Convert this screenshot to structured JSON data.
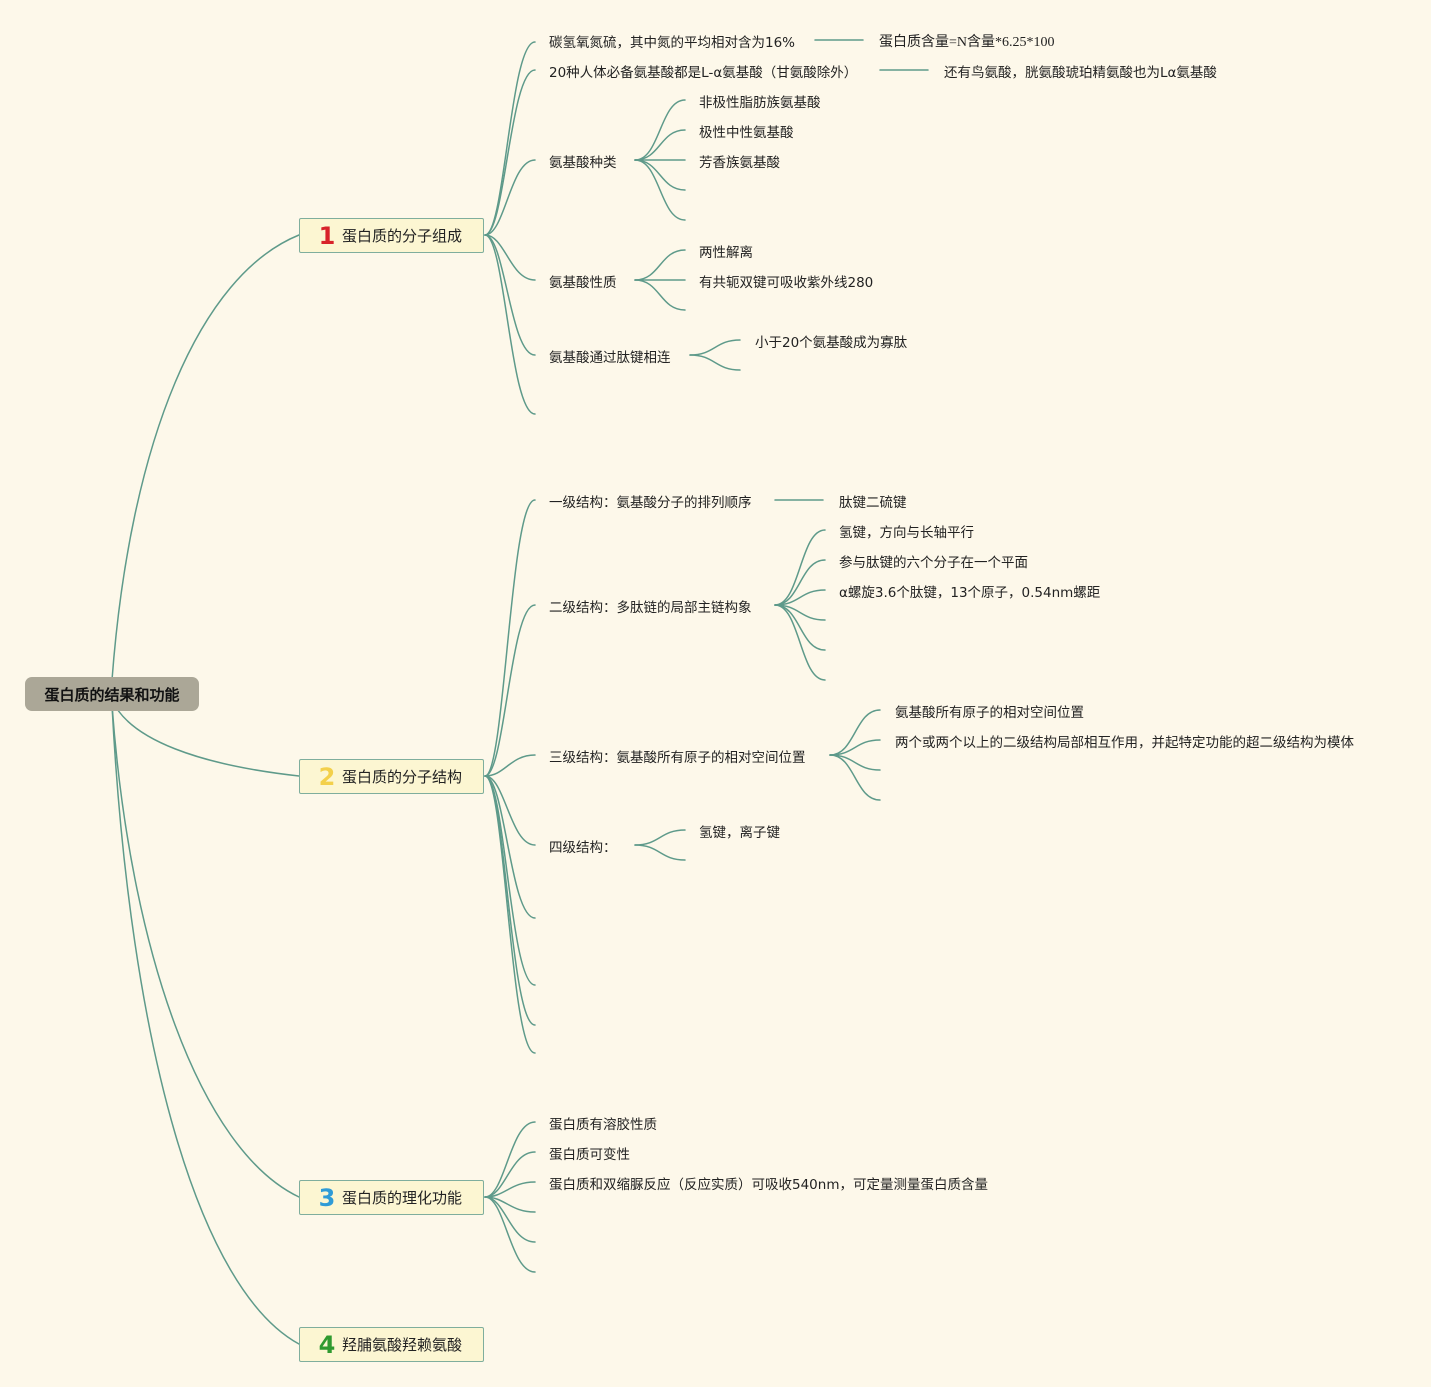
{
  "root": "蛋白质的结果和功能",
  "branches": [
    {
      "num": "1",
      "num_color": "#d8232a",
      "label": "蛋白质的分子组成"
    },
    {
      "num": "2",
      "num_color": "#f3d04b",
      "label": "蛋白质的分子结构"
    },
    {
      "num": "3",
      "num_color": "#2f9bd6",
      "label": "蛋白质的理化功能"
    },
    {
      "num": "4",
      "num_color": "#2f9a2f",
      "label": "羟脯氨酸羟赖氨酸"
    }
  ],
  "b1": {
    "composition": "碳氢氧氮硫，其中氮的平均相对含为16%",
    "formula": "蛋白质含量=N含量*6.25*100",
    "essential": "20种人体必备氨基酸都是L-α氨基酸（甘氨酸除外）",
    "essential_note": "还有鸟氨酸，胱氨酸琥珀精氨酸也为Lα氨基酸",
    "types": "氨基酸种类",
    "types_items": [
      "非极性脂肪族氨基酸",
      "极性中性氨基酸",
      "芳香族氨基酸"
    ],
    "properties": "氨基酸性质",
    "properties_items": [
      "两性解离",
      "有共轭双键可吸收紫外线280"
    ],
    "peptide": "氨基酸通过肽键相连",
    "peptide_items": [
      "小于20个氨基酸成为寡肽"
    ]
  },
  "b2": {
    "primary": "一级结构：氨基酸分子的排列顺序",
    "primary_note": "肽键二硫键",
    "secondary": "二级结构：多肽链的局部主链构象",
    "secondary_items": [
      "氢键，方向与长轴平行",
      "参与肽键的六个分子在一个平面",
      "α螺旋3.6个肽键，13个原子，0.54nm螺距"
    ],
    "tertiary": "三级结构：氨基酸所有原子的相对空间位置",
    "tertiary_items": [
      "氨基酸所有原子的相对空间位置",
      "两个或两个以上的二级结构局部相互作用，并起特定功能的超二级结构为模体"
    ],
    "quaternary": "四级结构：",
    "quaternary_items": [
      "氢键，离子键"
    ]
  },
  "b3": {
    "items": [
      "蛋白质有溶胶性质",
      "蛋白质可变性",
      "蛋白质和双缩脲反应（反应实质）可吸收540nm，可定量测量蛋白质含量"
    ]
  },
  "colors": {
    "line": "#5e9a8a",
    "background": "#fdf8ea",
    "root_bg": "#aba797",
    "branch_bg": "#fcf6d2"
  }
}
